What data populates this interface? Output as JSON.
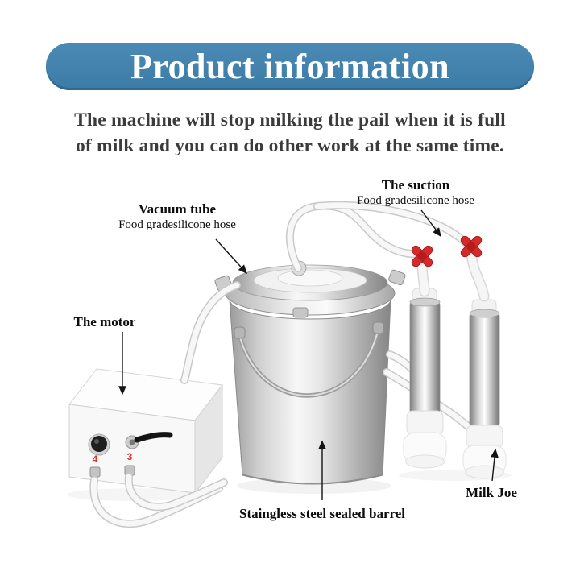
{
  "banner": {
    "title": "Product information"
  },
  "description": {
    "line1": "The machine will stop milking the pail when it is full",
    "line2": "of milk and you can do other work at the same time."
  },
  "callouts": {
    "vacuum_tube": {
      "title": "Vacuum tube",
      "subtitle": "Food gradesilicone hose"
    },
    "suction": {
      "title": "The suction",
      "subtitle": "Food gradesilicone hose"
    },
    "motor": {
      "title": "The motor"
    },
    "barrel": {
      "title": "Staingless steel sealed barrel"
    },
    "milk_joe": {
      "title": "Milk Joe"
    }
  },
  "device": {
    "port_labels": [
      "4",
      "3"
    ]
  },
  "colors": {
    "banner_blue": "#4180ad",
    "valve_red": "#d42a2a",
    "port_number_red": "#e23333",
    "text_dark": "#3b3b3b"
  }
}
